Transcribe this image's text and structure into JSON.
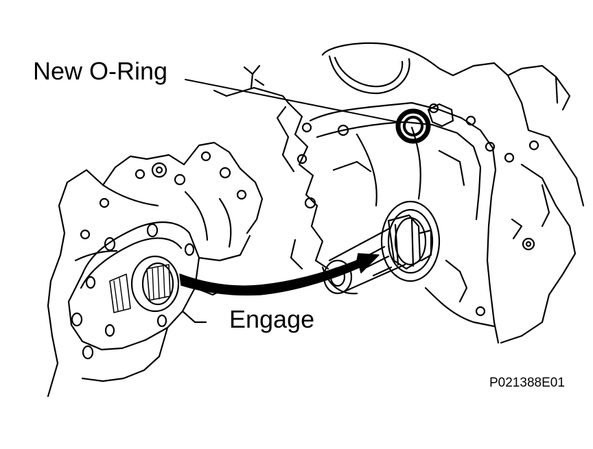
{
  "labels": {
    "o_ring": "New O-Ring",
    "engage": "Engage",
    "figure_code": "P021388E01"
  },
  "colors": {
    "ink": "#000000",
    "paper": "#ffffff"
  },
  "parts": [
    {
      "name": "oil-pump-housing",
      "icon": "pump-body-drawing"
    },
    {
      "name": "engine-block",
      "icon": "block-drawing"
    },
    {
      "name": "crankshaft",
      "icon": "shaft-drawing"
    },
    {
      "name": "o-ring",
      "icon": "ring-drawing"
    }
  ]
}
